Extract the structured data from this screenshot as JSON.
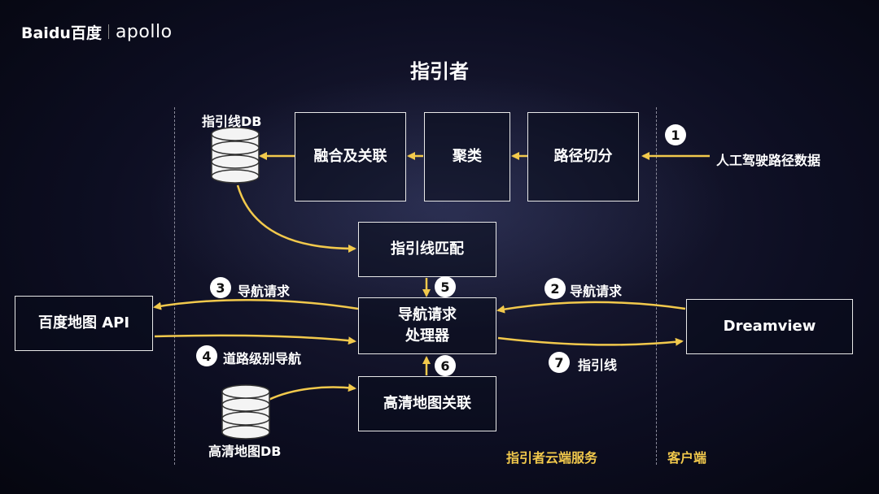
{
  "logo": {
    "baidu": "Baidu百度",
    "apollo": "apollo"
  },
  "title": "指引者",
  "boxes": {
    "fusion": "融合及关联",
    "cluster": "聚类",
    "route_split": "路径切分",
    "guide_match": "指引线匹配",
    "nav_processor_line1": "导航请求",
    "nav_processor_line2": "处理器",
    "hd_map_assoc": "高清地图关联",
    "baidu_map_api": "百度地图 API",
    "dreamview": "Dreamview"
  },
  "db_labels": {
    "guide_db": "指引线DB",
    "hd_db": "高清地图DB"
  },
  "labels": {
    "manual_data": "人工驾驶路径数据",
    "nav_request_3": "导航请求",
    "nav_request_2": "导航请求",
    "road_level_nav": "道路级别导航",
    "guide_line": "指引线",
    "cloud_service": "指引者云端服务",
    "client": "客户端"
  },
  "step_numbers": [
    "1",
    "2",
    "3",
    "4",
    "5",
    "6",
    "7"
  ],
  "colors": {
    "arrow": "#f2c94c",
    "section_label": "#f2c94c",
    "box_border": "#e8e8e8"
  }
}
